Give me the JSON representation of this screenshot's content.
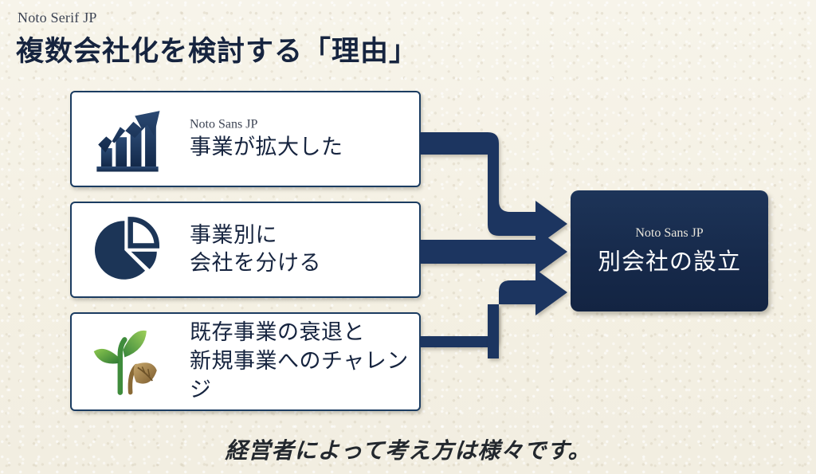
{
  "header": {
    "kicker": "Noto Serif JP",
    "title": "複数会社化を検討する「理由」"
  },
  "cards": [
    {
      "icon": "growth-bar-chart-icon",
      "kicker": "Noto Sans JP",
      "text": "事業が拡大した"
    },
    {
      "icon": "pie-chart-icon",
      "kicker": "",
      "text": "事業別に\n会社を分ける"
    },
    {
      "icon": "sprout-plant-icon",
      "kicker": "",
      "text": "既存事業の衰退と\n新規事業へのチャレンジ"
    }
  ],
  "result": {
    "kicker": "Noto Sans JP",
    "text": "別会社の設立"
  },
  "footer": {
    "note": "経営者によって考え方は様々です。"
  },
  "arrows": {
    "count": 3,
    "description": "three elbow arrows from cards converging into result box"
  },
  "colors": {
    "background": "#f6f2e7",
    "navy": "#16243f",
    "arrow_navy": "#1b3560",
    "card_border": "#1b3c61",
    "card_fill": "#ffffff",
    "result_fill": "#16294a",
    "leaf_green": "#69b045",
    "leaf_brown": "#9c7b45",
    "text_muted": "#3d4454"
  }
}
